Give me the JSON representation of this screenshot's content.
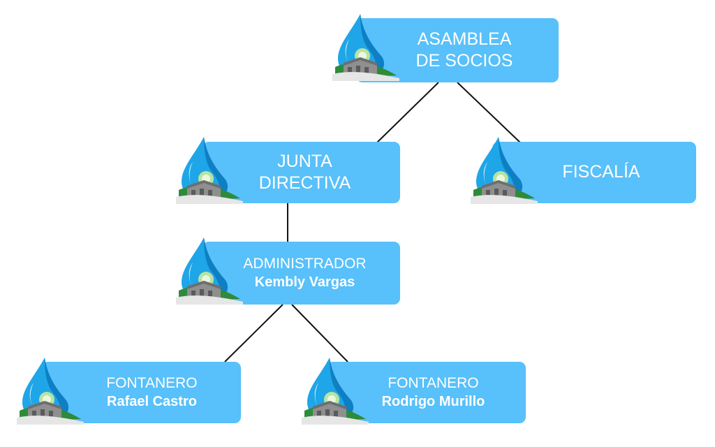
{
  "nodes": {
    "asamblea": {
      "line1": "ASAMBLEA",
      "line2": "DE SOCIOS"
    },
    "junta": {
      "line1": "JUNTA",
      "line2": "DIRECTIVA"
    },
    "fiscalia": {
      "line1": "FISCALÍA"
    },
    "administrador": {
      "line1": "ADMINISTRADOR",
      "line2": "Kembly Vargas"
    },
    "fontanero1": {
      "line1": "FONTANERO",
      "line2": "Rafael Castro"
    },
    "fontanero2": {
      "line1": "FONTANERO",
      "line2": "Rodrigo Murillo"
    }
  },
  "colors": {
    "box": "#58c0fa",
    "line": "#111111",
    "drop": "#1ea6e8",
    "leaf": "#2e8b3a"
  },
  "logo_icon": "water-drop-building-icon"
}
